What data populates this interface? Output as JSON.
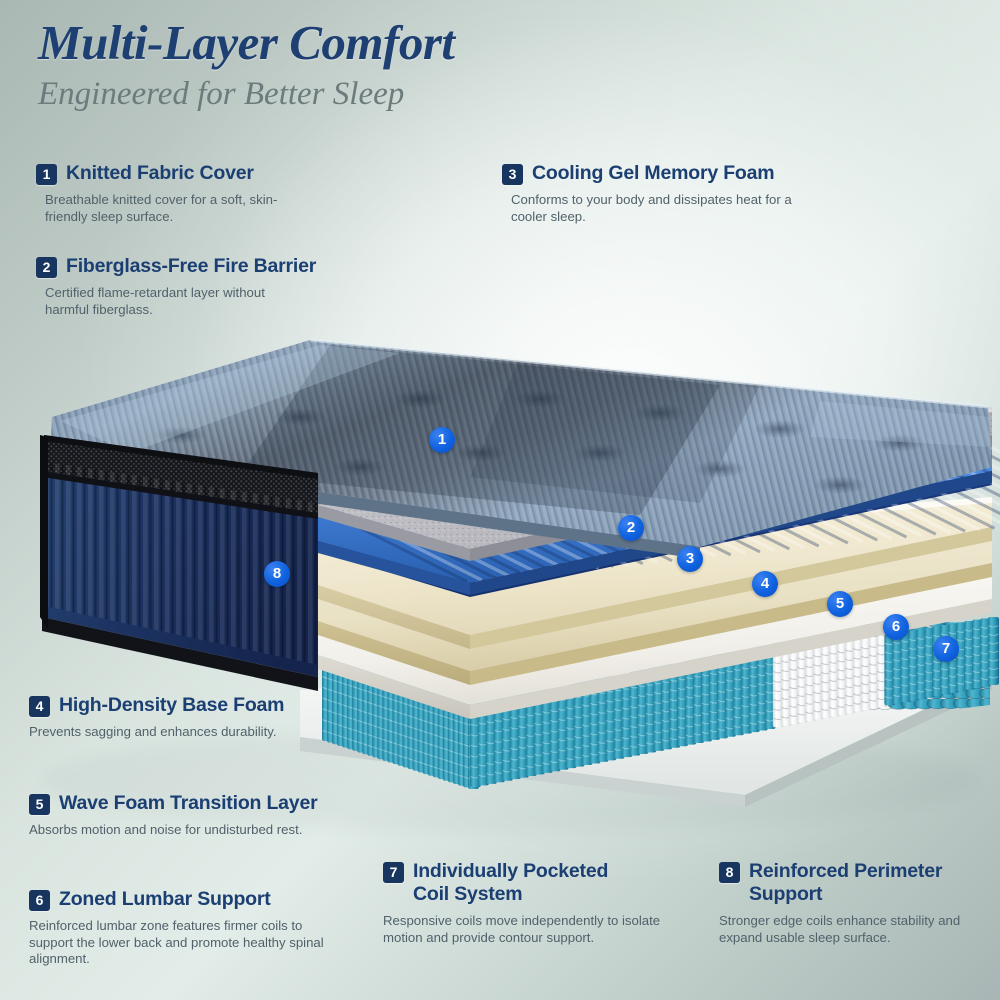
{
  "header": {
    "title": "Multi-Layer Comfort",
    "subtitle": "Engineered for Better Sleep",
    "title_color": "#1d3f72",
    "subtitle_color": "#6c7b7b"
  },
  "theme": {
    "badge_bg": "#17355e",
    "badge_text": "#ffffff",
    "heading_color": "#1b3f72",
    "body_color": "#51616a",
    "marker_blue": "#0f62e0"
  },
  "callouts": [
    {
      "number": "1",
      "title": "Knitted Fabric Cover",
      "body": "Breathable knitted cover for a soft, skin-friendly sleep surface."
    },
    {
      "number": "2",
      "title": "Fiberglass-Free Fire Barrier",
      "body": "Certified flame-retardant layer without harmful fiberglass."
    },
    {
      "number": "3",
      "title": "Cooling Gel Memory Foam",
      "body": "Conforms to your body and dissipates heat for a cooler sleep."
    },
    {
      "number": "4",
      "title": "High-Density Base Foam",
      "body": "Prevents sagging and enhances durability."
    },
    {
      "number": "5",
      "title": "Wave Foam Transition Layer",
      "body": "Absorbs motion and noise for undisturbed rest."
    },
    {
      "number": "6",
      "title": "Zoned Lumbar Support",
      "body": "Reinforced lumbar zone features firmer coils to support the lower back and promote healthy spinal alignment."
    },
    {
      "number": "7",
      "title": "Individually Pocketed Coil System",
      "body": "Responsive coils move independently to isolate motion and provide contour support."
    },
    {
      "number": "8",
      "title": "Reinforced Perimeter Support",
      "body": "Stronger edge coils enhance stability and expand usable sleep surface."
    }
  ],
  "diagram": {
    "markers": [
      {
        "number": "1",
        "layer": "knitted-fabric-cover"
      },
      {
        "number": "2",
        "layer": "fire-barrier"
      },
      {
        "number": "3",
        "layer": "cooling-gel-memory-foam"
      },
      {
        "number": "4",
        "layer": "high-density-base-foam"
      },
      {
        "number": "5",
        "layer": "wave-foam-transition-layer"
      },
      {
        "number": "6",
        "layer": "zoned-lumbar-support"
      },
      {
        "number": "7",
        "layer": "pocketed-coil-system"
      },
      {
        "number": "8",
        "layer": "reinforced-perimeter-support"
      }
    ],
    "layer_colors": {
      "knitted_cover": "#7d93ab",
      "fire_barrier": "#b9b9bd",
      "wave_foam": "#3d7ad6",
      "memory_foam": "#efe6c9",
      "base_foam": "#e8dfc0",
      "transition_foam": "#f2f0ec",
      "lumbar_coils": "#ffffff",
      "pocket_coils": "#2f9bb5",
      "perimeter_panel": "#1b3263"
    }
  }
}
